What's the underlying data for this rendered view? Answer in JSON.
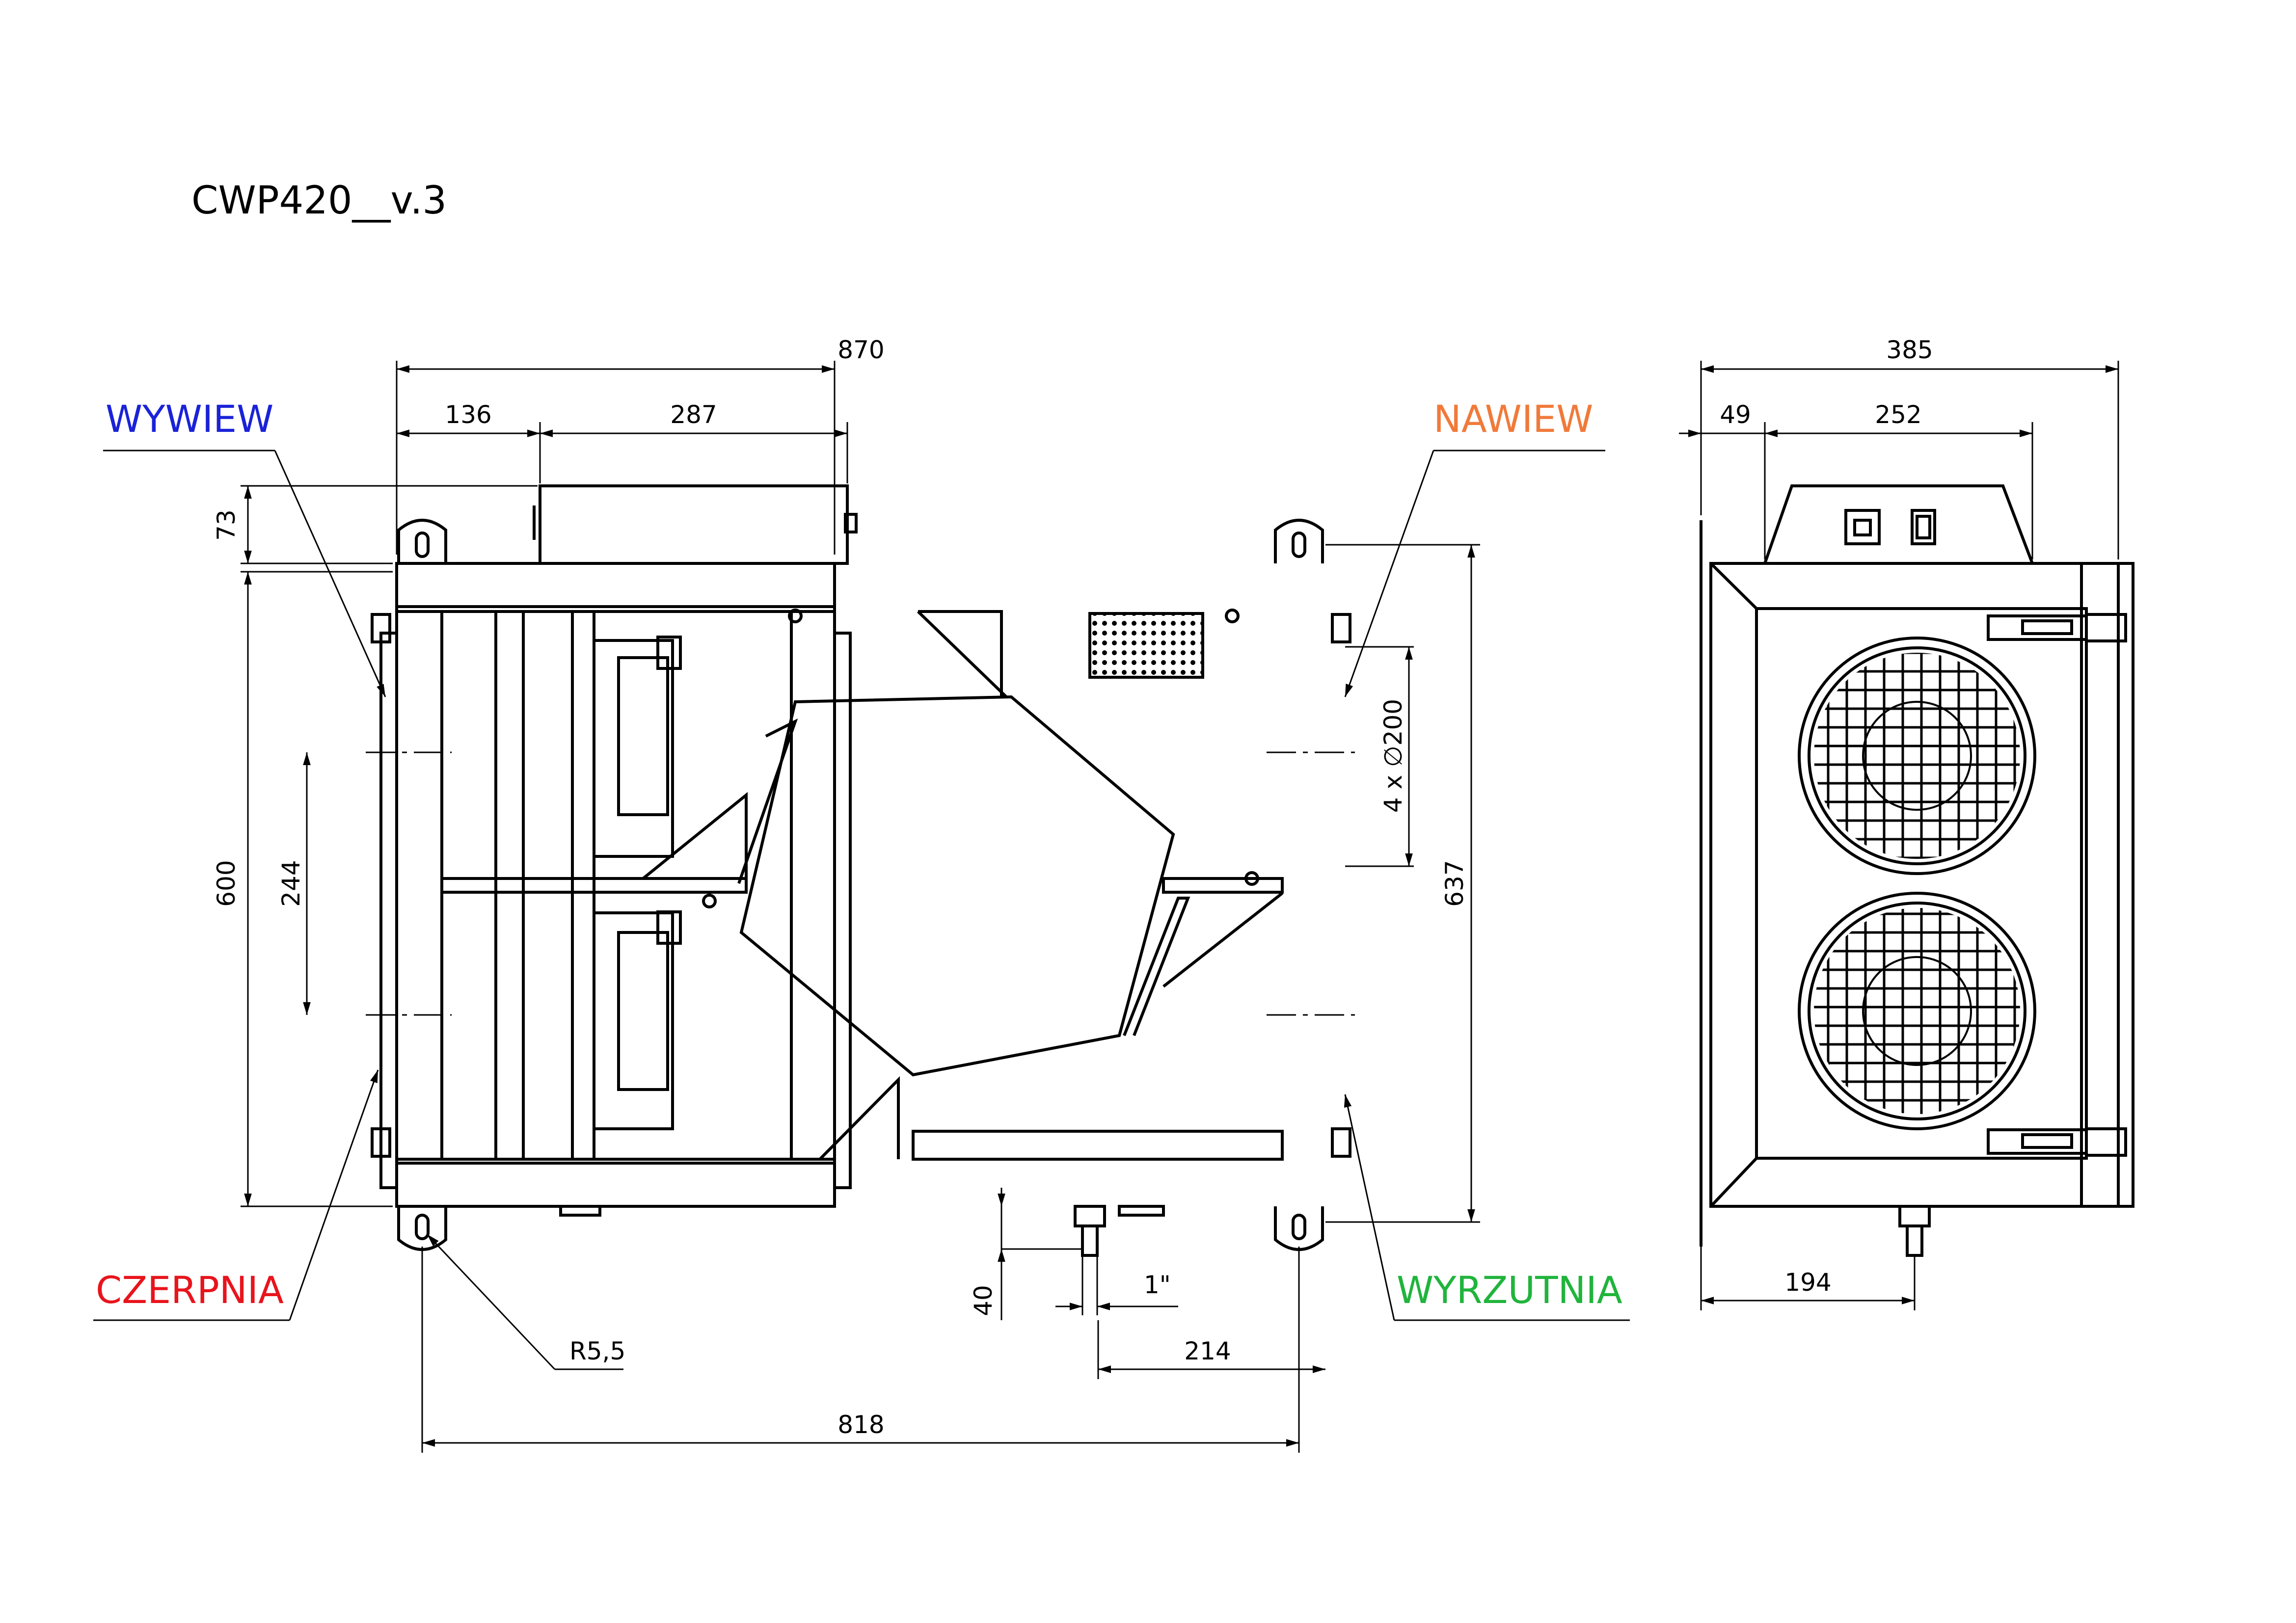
{
  "title": "CWP420__v.3",
  "labels": {
    "wywiew": "WYWIEW",
    "nawiew": "NAWIEW",
    "czerpnia": "CZERPNIA",
    "wyrzutnia": "WYRZUTNIA"
  },
  "colors": {
    "wywiew": "#1a22d8",
    "nawiew": "#f07a3a",
    "czerpnia": "#e8141c",
    "wyrzutnia": "#20b43c",
    "line": "#000000"
  },
  "dimensions": {
    "total_width": "870",
    "offset_136": "136",
    "box_287": "287",
    "height_73": "73",
    "height_600": "600",
    "spacing_244": "244",
    "height_637": "637",
    "duct": "4 x ∅200",
    "radius": "R5,5",
    "drain_40": "40",
    "drain_thread": "1\"",
    "drain_214": "214",
    "hole_spacing_818": "818",
    "side_depth_385": "385",
    "side_49": "49",
    "side_252": "252",
    "side_194": "194"
  }
}
